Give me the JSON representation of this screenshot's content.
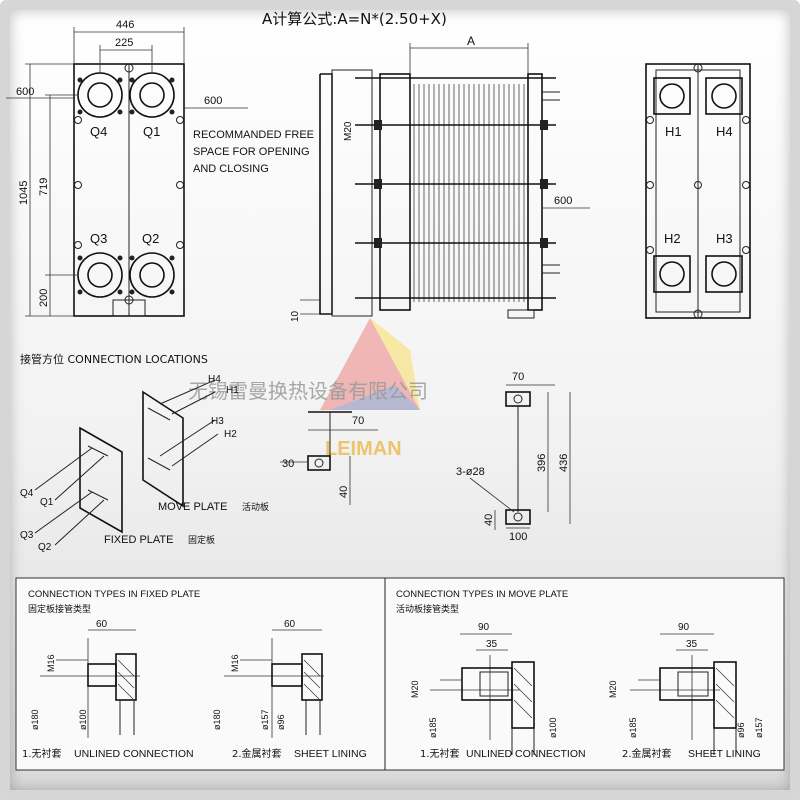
{
  "title": "A计算公式:A=N*(2.50+X)",
  "watermark": {
    "company": "无锡雷曼换热设备有限公司",
    "logo": "LEIMAN"
  },
  "front_view": {
    "width_total": "446",
    "width_inner": "225",
    "height_total": "1045",
    "height_center": "719",
    "height_bottom": "200",
    "left_clear": "600",
    "ports": [
      "Q4",
      "Q1",
      "Q3",
      "Q2"
    ]
  },
  "free_space": {
    "value": "600",
    "note_lines": [
      "RECOMMANDED FREE",
      "SPACE FOR OPENING",
      "AND CLOSING"
    ]
  },
  "side_view": {
    "dim_A": "A",
    "bolt": "M20",
    "clear": "600",
    "foot": "10"
  },
  "back_view": {
    "ports": [
      "H1",
      "H4",
      "H2",
      "H3"
    ]
  },
  "connection_locations": {
    "heading": "接管方位  CONNECTION LOCATIONS",
    "move_ports": [
      "H4",
      "H1",
      "H3",
      "H2"
    ],
    "fixed_ports": [
      "Q4",
      "Q1",
      "Q3",
      "Q2"
    ],
    "move_plate_en": "MOVE PLATE",
    "move_plate_cn": "活动板",
    "fixed_plate_en": "FIXED PLATE",
    "fixed_plate_cn": "固定板"
  },
  "foot_detail": {
    "d70": "70",
    "d30": "30",
    "d40": "40"
  },
  "mount_detail": {
    "d70": "70",
    "d396": "396",
    "d436": "436",
    "holes": "3-ø28",
    "d40": "40",
    "d100": "100"
  },
  "fixed_types": {
    "heading_en": "CONNECTION TYPES IN FIXED PLATE",
    "heading_cn": "固定板接管类型",
    "left": {
      "d60": "60",
      "bolt": "M16",
      "d180": "ø180",
      "d100": "ø100",
      "label_num": "1.无衬套",
      "label_en": "UNLINED CONNECTION"
    },
    "right": {
      "d60": "60",
      "bolt": "M16",
      "d180": "ø180",
      "d157": "ø157",
      "d96": "ø96",
      "label_num": "2.金属衬套",
      "label_en": "SHEET LINING"
    }
  },
  "move_types": {
    "heading_en": "CONNECTION TYPES IN MOVE PLATE",
    "heading_cn": "活动板接管类型",
    "left": {
      "d90": "90",
      "d35": "35",
      "bolt": "M20",
      "d185": "ø185",
      "d100": "ø100",
      "label_num": "1.无衬套",
      "label_en": "UNLINED CONNECTION"
    },
    "right": {
      "d90": "90",
      "d35": "35",
      "bolt": "M20",
      "d185": "ø185",
      "d96": "ø96",
      "d157": "ø157",
      "label_num": "2.金属衬套",
      "label_en": "SHEET LINING"
    }
  }
}
